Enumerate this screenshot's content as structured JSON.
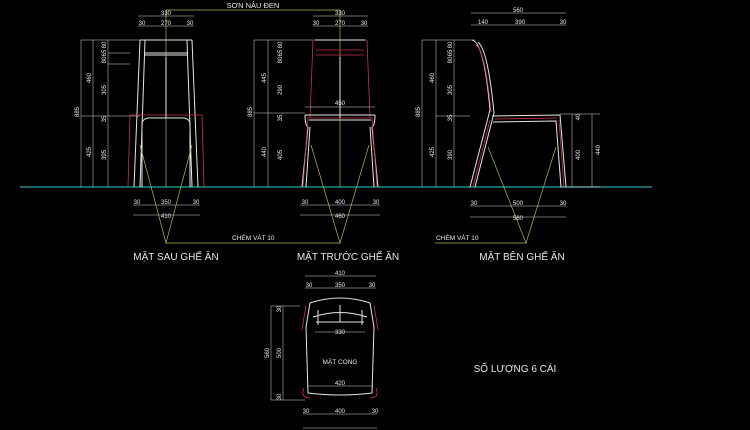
{
  "drawing": {
    "background": "#000000",
    "ground_line_color": "#2aa6a0",
    "top_note": "SƠN NÂU ĐEN",
    "chamfer_note": "CHÉM VÁT 10",
    "quantity_note": "SỐ LƯỢNG 6 CÁI",
    "seat_note": "MẶT CONG"
  },
  "views": {
    "back": {
      "title": "MẶT SAU GHẾ ĂN",
      "dims": {
        "top_total": "330",
        "top_side_l": "30",
        "top_mid": "270",
        "top_side_r": "30",
        "total_h": "885",
        "upper_h": "460",
        "lower_h": "425",
        "back_a": "80",
        "back_b": "65",
        "back_c": "80",
        "back_mid": "305",
        "seat_t": "35",
        "leg_h": "395",
        "bot_side_l": "30",
        "bot_mid": "350",
        "bot_side_r": "30",
        "bot_total": "410"
      }
    },
    "front": {
      "title": "MẶT TRƯỚC GHẾ ĂN",
      "dims": {
        "top_total": "330",
        "top_side_l": "30",
        "top_mid": "270",
        "top_side_r": "30",
        "total_h": "885",
        "upper_h": "445",
        "lower_h": "440",
        "back_a": "80",
        "back_b": "65",
        "back_c": "80",
        "back_mid": "290",
        "seat_t": "35",
        "leg_h": "405",
        "seat_w": "450",
        "bot_side_l": "30",
        "bot_mid": "400",
        "bot_side_r": "30",
        "bot_total": "460"
      }
    },
    "side": {
      "title": "MẶT BÊN GHẾ ĂN",
      "dims": {
        "top_total": "560",
        "top_a": "140",
        "top_b": "390",
        "top_c": "30",
        "total_h": "885",
        "upper_h": "460",
        "lower_h": "425",
        "back_a": "80",
        "back_b": "65",
        "back_c": "80",
        "back_mid": "305",
        "seat_t": "35",
        "leg_h": "390",
        "front_seat_t": "40",
        "front_leg_h": "400",
        "front_total_h": "440",
        "bot_side_l": "30",
        "bot_mid": "500",
        "bot_side_r": "30",
        "bot_total": "560"
      }
    },
    "plan": {
      "dims": {
        "top_total": "410",
        "top_side_l": "30",
        "top_mid": "350",
        "top_side_r": "30",
        "back_w": "330",
        "total_d": "560",
        "mid_d": "500",
        "back_d": "30",
        "front_d": "30",
        "front_w": "420",
        "bot_side_l": "30",
        "bot_mid": "400",
        "bot_side_r": "30"
      }
    }
  }
}
